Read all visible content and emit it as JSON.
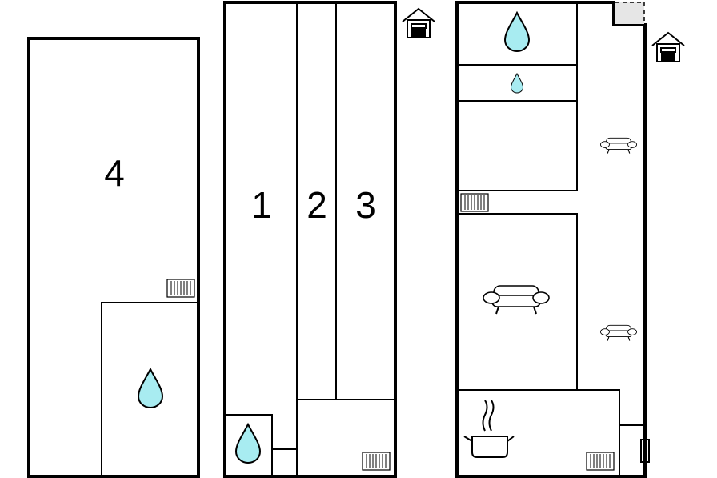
{
  "floorplan": {
    "buildings": [
      {
        "id": "left-building",
        "rooms": [
          {
            "label": "4"
          }
        ]
      },
      {
        "id": "middle-building",
        "rooms": [
          {
            "label": "1"
          },
          {
            "label": "2"
          },
          {
            "label": "3"
          }
        ]
      },
      {
        "id": "right-building",
        "rooms": []
      }
    ],
    "icons": {
      "bathroom": "water-drop-icon",
      "heating": "radiator-icon",
      "living": "sofa-icon",
      "kitchen": "cooking-pot-icon",
      "entrance": "house-entrance-icon",
      "storage": "storage-box-icon"
    },
    "colors": {
      "water": "#a8ecf1",
      "walls": "#000000",
      "storage": "#e6e6e6",
      "background": "#ffffff"
    }
  }
}
